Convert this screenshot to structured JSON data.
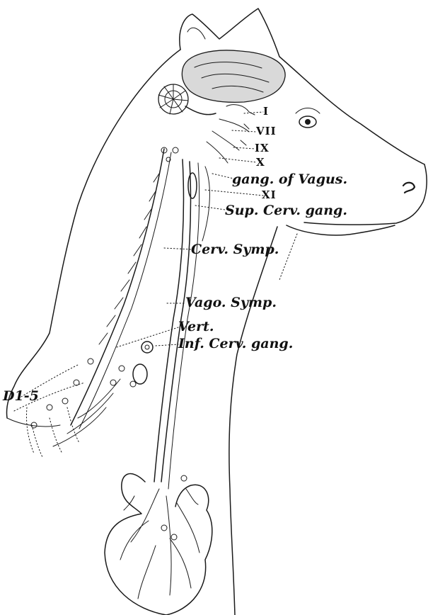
{
  "labels": {
    "n1": "I",
    "n7": "VII",
    "n9": "IX",
    "n10": "X",
    "gang_vagus": "gang. of Vagus.",
    "n11": "XI",
    "sup_cerv": "Sup. Cerv. gang.",
    "cerv_symp": "Cerv. Symp.",
    "vago_symp": "Vago. Symp.",
    "vert": "Vert.",
    "inf_cerv": "Inf. Cerv. gang.",
    "d15": "D1-5"
  },
  "colors": {
    "ink": "#1a1a1a",
    "brain": "#d9d9d9",
    "background": "#ffffff"
  }
}
